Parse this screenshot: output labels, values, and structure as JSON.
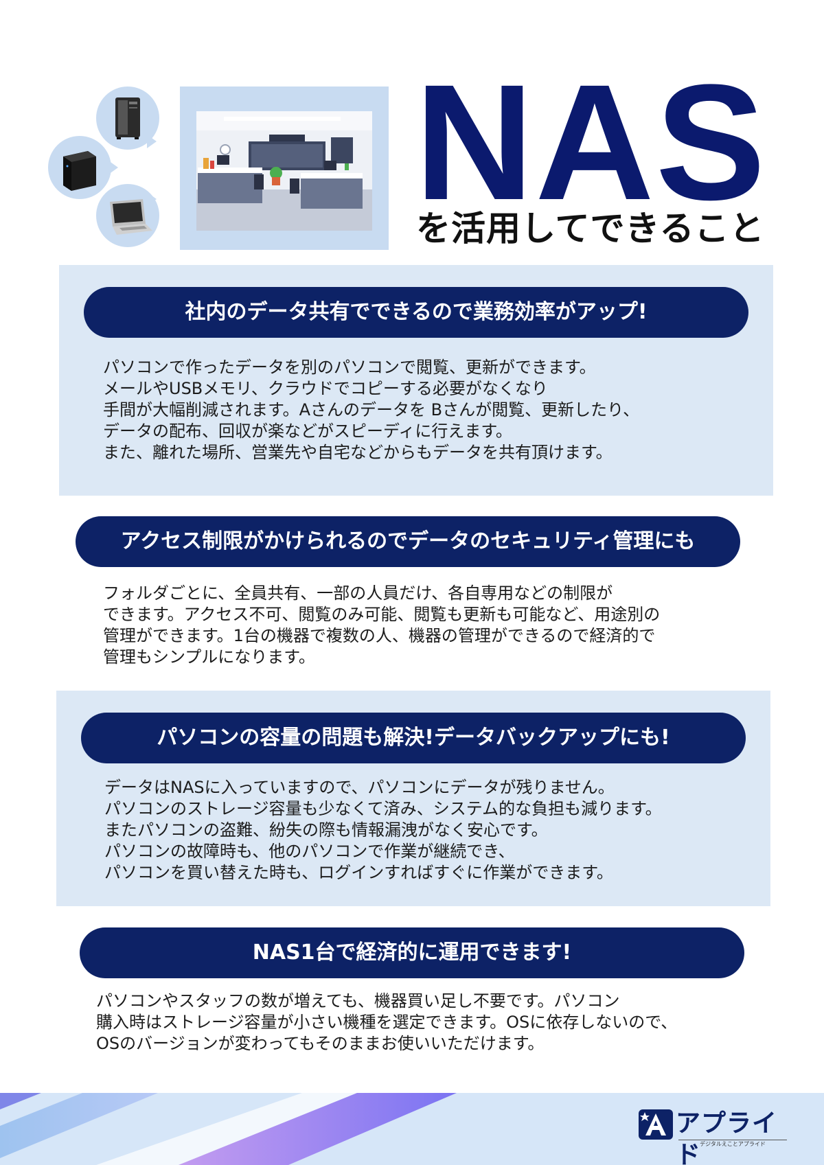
{
  "header": {
    "title": "NAS",
    "subtitle": "を活用してできること"
  },
  "colors": {
    "navy": "#0d2266",
    "title_navy": "#0b1a6e",
    "panel_bg": "#dce8f5",
    "bubble_bg": "#c8dbf1"
  },
  "sections": [
    {
      "heading": "社内のデータ共有でできるので業務効率がアップ!",
      "lines": [
        "パソコンで作ったデータを別のパソコンで閲覧、更新ができます。",
        "メールやUSBメモリ、クラウドでコピーする必要がなくなり",
        "手間が大幅削減されます。Aさんのデータを Bさんが閲覧、更新したり、",
        "データの配布、回収が楽などがスピーディに行えます。",
        "また、離れた場所、営業先や自宅などからもデータを共有頂けます。"
      ]
    },
    {
      "heading": "アクセス制限がかけられるのでデータのセキュリティ管理にも",
      "lines": [
        "フォルダごとに、全員共有、一部の人員だけ、各自専用などの制限が",
        "できます。アクセス不可、閲覧のみ可能、閲覧も更新も可能など、用途別の",
        "管理ができます。1台の機器で複数の人、機器の管理ができるので経済的で",
        "管理もシンプルになります。"
      ]
    },
    {
      "heading": "パソコンの容量の問題も解決!データバックアップにも!",
      "lines": [
        "データはNASに入っていますので、パソコンにデータが残りません。",
        "パソコンのストレージ容量も少なくて済み、システム的な負担も減ります。",
        "またパソコンの盗難、紛失の際も情報漏洩がなく安心です。",
        "パソコンの故障時も、他のパソコンで作業が継続でき、",
        "パソコンを買い替えた時も、ログインすればすぐに作業ができます。"
      ]
    },
    {
      "heading": "NAS1台で経済的に運用できます!",
      "lines": [
        "パソコンやスタッフの数が増えても、機器買い足し不要です。パソコン",
        "購入時はストレージ容量が小さい機種を選定できます。OSに依存しないので、",
        "OSのバージョンが変わってもそのままお使いいただけます。"
      ]
    }
  ],
  "logo": {
    "name": "アプライド",
    "tagline": "デジタルえことアプライド"
  },
  "icons": [
    "desktop-pc-icon",
    "nas-device-icon",
    "laptop-icon",
    "office-illustration"
  ]
}
